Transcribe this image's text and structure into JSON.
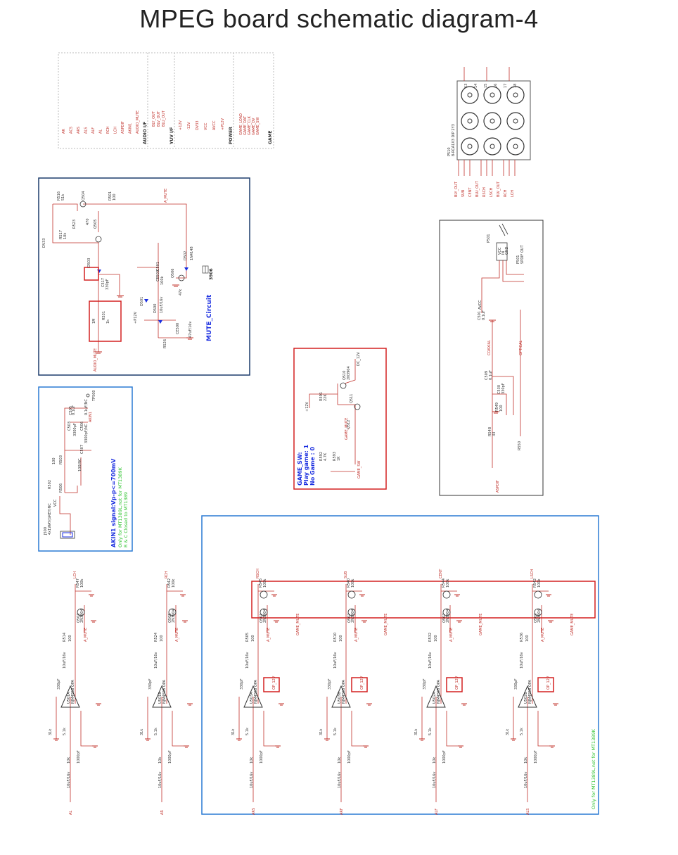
{
  "title": "MPEG  board schematic diagram-4",
  "sections": {
    "io_header": {
      "audio_if": "AUDIO I/F",
      "yuv_if": "YUV I/F",
      "power": "POWER",
      "game": "GAME",
      "audio_signals": [
        "AR",
        "ACS",
        "ARS",
        "ALS",
        "ALF",
        "AL",
        "RCH",
        "LCH",
        "ASPDIF",
        "AKIN1",
        "AUDIO_MUTE"
      ],
      "yuv_signals": [
        "BLY_OUT",
        "BLV_OUT",
        "BLU_OUT"
      ],
      "power_signals": [
        "+12V",
        "-12V",
        "DV33",
        "VCC",
        "AVCC",
        "+P12V"
      ],
      "game_signals": [
        "GAME_LOAD",
        "GAME_DAT",
        "GAME_CLK",
        "GAME_DV",
        "GAME_SW"
      ]
    },
    "connector": {
      "part": "P510",
      "desc": "8-RCA1X3 DIP 2Y3",
      "pins_left": [
        "BLY_OUT",
        "SUB",
        "CENT",
        "BLU_OUT",
        "RSCH",
        "LSCH",
        "BLV_OUT",
        "RCH",
        "LCH"
      ],
      "pins_num": [
        "13",
        "14",
        "15",
        "16",
        "17",
        "18"
      ]
    },
    "mute": {
      "label": "MUTE_Circuit",
      "part_note": "3906",
      "net": "A_MUTE",
      "in_net": "AUDIO_MUTE",
      "parts": [
        "R516",
        "R517",
        "Q504",
        "Q505",
        "R501",
        "D503",
        "C517",
        "R531",
        "R523",
        "D501",
        "D502",
        "D500",
        "Q506",
        "R526",
        "C501",
        "CE500",
        "CE503"
      ],
      "values": [
        "51k",
        "10k",
        "470",
        "100",
        "1N4148",
        "330pF",
        "1M",
        "1k",
        "47k",
        "100k",
        "10uF/16v",
        "47uF/16v"
      ],
      "rails": [
        "DV33",
        "+P12V"
      ]
    },
    "akin": {
      "title": "AKIN1 signal:Vp-p<=700mV",
      "note1": "Only for MT1389L,not for MT1389K",
      "note2": "R & C Closed to MT1389",
      "net": "AKIN1",
      "tp": "TP500",
      "jack": "J500",
      "jack_desc": "4x1WAY(GREY)NC",
      "parts": [
        "R502",
        "R503",
        "C503",
        "C505",
        "C506",
        "C507",
        "R506"
      ],
      "values": [
        "100",
        "0.1uF",
        "3300pF",
        "0.1uF/NC",
        "3300pF/NC",
        "100/NC"
      ],
      "rail": "VCC"
    },
    "game_sw": {
      "line1": "GAME_SW:",
      "line2": "Play game: 1",
      "line3": "No Game : 0",
      "rail": "+12V",
      "out": "DC_12V",
      "parts": [
        "R591",
        "R592",
        "R593",
        "Q510",
        "Q511",
        "Q512"
      ],
      "values": [
        "22K",
        "4.7K",
        "1K",
        "2N3904"
      ],
      "nets": [
        "GAME_SW",
        "GAME_MUTE"
      ]
    },
    "spdif": {
      "part": "P501",
      "desc": "SPDIF OUT",
      "pins": [
        "VCC",
        "IN",
        "GND"
      ],
      "parts": [
        "C501",
        "C509",
        "C530",
        "R549",
        "R548",
        "R550"
      ],
      "values": [
        "0.1uF",
        "0.1uF",
        "330pF",
        "100",
        "33"
      ],
      "nets": [
        "AVCC",
        "COAXIAL",
        "OPTICAL",
        "ASPDIF"
      ]
    },
    "amps": {
      "opamp": "NJM4558 OPA",
      "note": "Only for MT1389L,not for MT1389K",
      "mute_net": "A_MUTE",
      "game_mute": "GAME_MUTE",
      "op12": "OP_12V",
      "channels": [
        {
          "in": "AL",
          "out": "LCH",
          "u": "U501A",
          "q": "Q503",
          "r1": "R547",
          "r2": "R514"
        },
        {
          "in": "AR",
          "out": "RCH",
          "u": "U501B",
          "q": "Q508",
          "r1": "R542",
          "r2": "R524"
        },
        {
          "in": "ARS",
          "out": "RSCH",
          "u": "U503A",
          "q": "Q501",
          "r1": "R545",
          "r2": "R505"
        },
        {
          "in": "ARF",
          "out": "SUB",
          "u": "U503B",
          "q": "Q502",
          "r1": "R540",
          "r2": "R510"
        },
        {
          "in": "ALF",
          "out": "CENT",
          "u": "U502A",
          "q": "Q507",
          "r1": "R544",
          "r2": "R532"
        },
        {
          "in": "ALS",
          "out": "LSCH",
          "u": "U502B",
          "q": "Q509",
          "r1": "R542",
          "r2": "R536"
        }
      ],
      "values": [
        "100k",
        "2N3904",
        "100",
        "10uF/16v",
        "31k",
        "5.1k",
        "1000pF",
        "330pF",
        "10k",
        "10uF/16v"
      ]
    }
  }
}
